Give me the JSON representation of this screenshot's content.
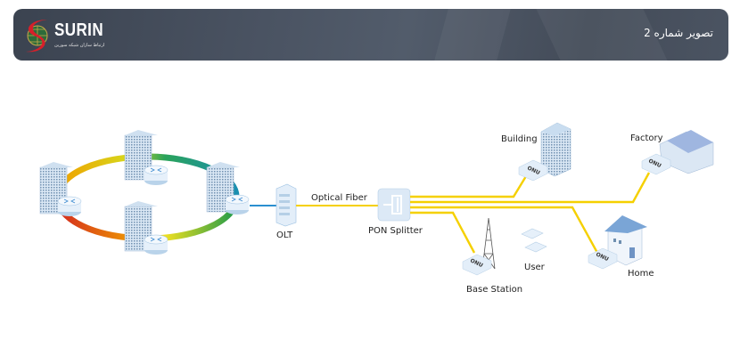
{
  "header": {
    "logo_text": "SURIN",
    "logo_subtitle": "ارتباط سازان شبکه سورین",
    "title": "تصویر شماره 2"
  },
  "diagram": {
    "olt_label": "OLT",
    "fiber_label": "Optical Fiber",
    "splitter_label": "PON Splitter",
    "onu_label": "ONU",
    "endpoints": {
      "building": "Building",
      "factory": "Factory",
      "base_station": "Base Station",
      "user": "User",
      "home": "Home"
    },
    "colors": {
      "fiber": "#f5d000",
      "uplink": "#2a8fd0",
      "header_bg": "#464f5c",
      "logo_red": "#d6202a"
    }
  }
}
